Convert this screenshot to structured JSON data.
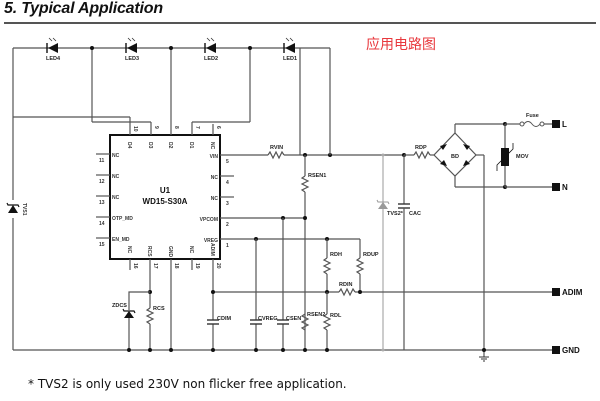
{
  "header": {
    "title": "5. Typical Application",
    "annotation_cn": "应用电路图"
  },
  "footnote": "* TVS2 is only used 230V non flicker free application.",
  "ic": {
    "ref": "U1",
    "part": "WD15-S30A",
    "top_pins": [
      {
        "name": "D4",
        "num": "10"
      },
      {
        "name": "D3",
        "num": "9"
      },
      {
        "name": "D2",
        "num": "8"
      },
      {
        "name": "D1",
        "num": "7"
      },
      {
        "name": "NC",
        "num": "6"
      }
    ],
    "left_pins": [
      {
        "name": "NC",
        "num": "11"
      },
      {
        "name": "NC",
        "num": "12"
      },
      {
        "name": "NC",
        "num": "13"
      },
      {
        "name": "OTP_MD",
        "num": "14"
      },
      {
        "name": "EN_MD",
        "num": "15"
      }
    ],
    "right_pins": [
      {
        "name": "VIN",
        "num": "5"
      },
      {
        "name": "NC",
        "num": "4"
      },
      {
        "name": "NC",
        "num": "3"
      },
      {
        "name": "VPCOM",
        "num": "2"
      },
      {
        "name": "VREG",
        "num": "1"
      }
    ],
    "bottom_pins": [
      {
        "name": "NC",
        "num": "16"
      },
      {
        "name": "RCS",
        "num": "17"
      },
      {
        "name": "GND",
        "num": "18"
      },
      {
        "name": "NC",
        "num": "19"
      },
      {
        "name": "ADIM",
        "num": "20"
      }
    ]
  },
  "components": {
    "leds": [
      "LED4",
      "LED3",
      "LED2",
      "LED1"
    ],
    "tvs1": "TVS1",
    "rvin": "RVIN",
    "rsen1": "RSEN1",
    "tvs2": "TVS2*",
    "cac": "CAC",
    "rdp": "RDP",
    "bridge": "BD",
    "mov": "MOV",
    "fuse": "Fuse",
    "rdh": "RDH",
    "rdup": "RDUP",
    "rdin": "RDIN",
    "zdcs": "ZDCS",
    "rcs": "RCS",
    "cdim": "CDIM",
    "cvreg": "CVREG",
    "csen": "CSEN",
    "rsen2": "RSEN2",
    "rdl": "RDL"
  },
  "terminals": {
    "line": "L",
    "neutral": "N",
    "adim": "ADIM",
    "gnd": "GND"
  }
}
